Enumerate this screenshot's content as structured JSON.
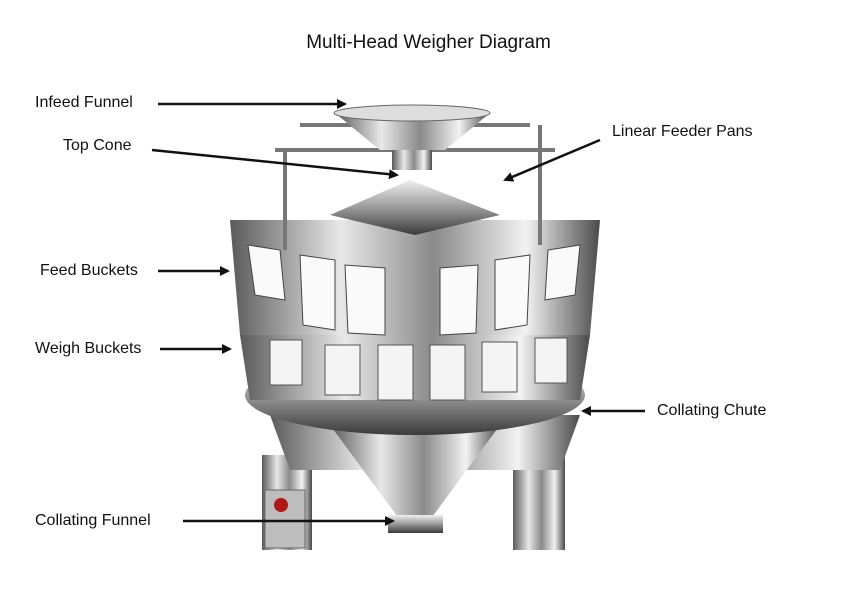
{
  "title": "Multi-Head Weigher Diagram",
  "labels": {
    "infeed_funnel": "Infeed Funnel",
    "top_cone": "Top Cone",
    "linear_feeder_pans": "Linear Feeder Pans",
    "feed_buckets": "Feed Buckets",
    "weigh_buckets": "Weigh Buckets",
    "collating_chute": "Collating Chute",
    "collating_funnel": "Collating Funnel"
  }
}
